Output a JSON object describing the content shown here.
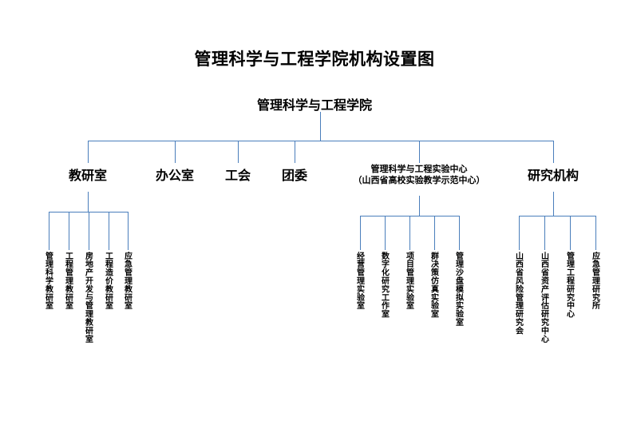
{
  "title": "管理科学与工程学院机构设置图",
  "root": {
    "label": "管理科学与工程学院"
  },
  "colors": {
    "connector": "#4a7ebb",
    "text": "#000000",
    "background": "#ffffff"
  },
  "branches": [
    {
      "label": "教研室",
      "label_line2": "",
      "children": [
        "管理科学教研室",
        "工程管理教研室",
        "房地产开发与管理教研室",
        "工程造价教研室",
        "应急管理教研室"
      ]
    },
    {
      "label": "办公室",
      "label_line2": "",
      "children": []
    },
    {
      "label": "工会",
      "label_line2": "",
      "children": []
    },
    {
      "label": "团委",
      "label_line2": "",
      "children": []
    },
    {
      "label": "管理科学与工程实验中心",
      "label_line2": "（山西省高校实验教学示范中心）",
      "children": [
        "经营管理实验室",
        "数字化研究工作室",
        "项目管理实验室",
        "群决策仿真实验室",
        "管理沙盘模拟实验室"
      ]
    },
    {
      "label": "研究机构",
      "label_line2": "",
      "children": [
        "山西省风险管理研究会",
        "山西省资产评估研究中心",
        "管理工程研究中心",
        "应急管理研究所"
      ]
    }
  ]
}
